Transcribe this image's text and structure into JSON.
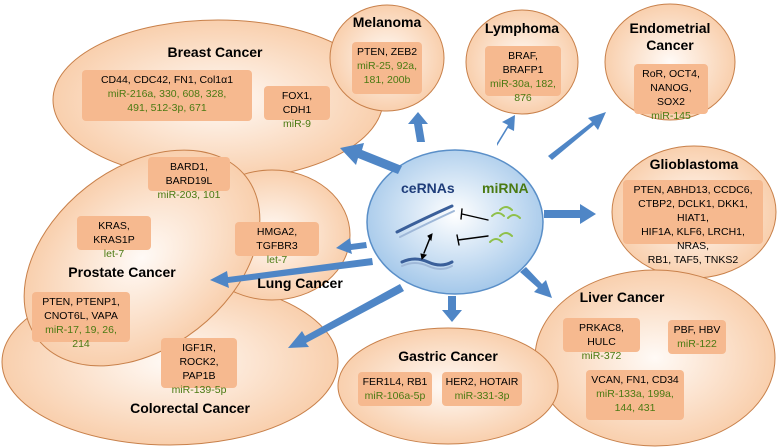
{
  "center": {
    "left_label": "ceRNAs",
    "right_label": "miRNA"
  },
  "nodes": {
    "breast": {
      "title": "Breast Cancer",
      "box1": {
        "genes": "CD44, CDC42, FN1, Col1α1",
        "mirna1": "miR-216a, 330, 608, 328,",
        "mirna2": "491, 512-3p, 671"
      },
      "box2": {
        "genes": "FOX1, CDH1",
        "mirna": "miR-9"
      }
    },
    "melanoma": {
      "title": "Melanoma",
      "genes": "PTEN, ZEB2",
      "mirna1": "miR-25, 92a,",
      "mirna2": "181, 200b"
    },
    "lymphoma": {
      "title": "Lymphoma",
      "genes": "BRAF, BRAFP1",
      "mirna1": "miR-30a, 182,",
      "mirna2": "876"
    },
    "endometrial": {
      "title1": "Endometrial",
      "title2": "Cancer",
      "genes1": "RoR, OCT4,",
      "genes2": "NANOG, SOX2",
      "mirna": "miR-145"
    },
    "glioblastoma": {
      "title": "Glioblastoma",
      "genes1": "PTEN, ABHD13, CCDC6,",
      "genes2": "CTBP2, DCLK1, DKK1, HIAT1,",
      "genes3": "HIF1A, KLF6, LRCH1, NRAS,",
      "genes4": "RB1, TAF5, TNKS2"
    },
    "liver": {
      "title": "Liver Cancer",
      "box1": {
        "genes": "PRKAC8, HULC",
        "mirna": "miR-372"
      },
      "box2": {
        "genes": "PBF, HBV",
        "mirna": "miR-122"
      },
      "box3": {
        "genes": "VCAN, FN1, CD34",
        "mirna1": "miR-133a, 199a,",
        "mirna2": "144, 431"
      }
    },
    "gastric": {
      "title": "Gastric Cancer",
      "box1": {
        "genes": "FER1L4, RB1",
        "mirna": "miR-106a-5p"
      },
      "box2": {
        "genes": "HER2, HOTAIR",
        "mirna": "miR-331-3p"
      }
    },
    "colorectal": {
      "title": "Colorectal Cancer",
      "genes1": "IGF1R, ROCK2,",
      "genes2": "PAP1B",
      "mirna": "miR-139-5p"
    },
    "prostate": {
      "title": "Prostate Cancer",
      "box1": {
        "genes": "BARD1, BARD19L",
        "mirna": "miR-203, 101"
      },
      "box2": {
        "genes": "KRAS, KRAS1P",
        "mirna": "let-7"
      },
      "box3": {
        "genes1": "PTEN, PTENP1,",
        "genes2": "CNOT6L, VAPA",
        "mirna": "miR-17, 19, 26, 214"
      }
    },
    "lung": {
      "title": "Lung Cancer",
      "genes": "HMGA2, TGFBR3",
      "mirna": "let-7"
    }
  },
  "colors": {
    "ellipse_fill": "#fde4d0",
    "ellipse_stroke": "#c8804a",
    "box_fill": "#f6b98f",
    "arrow": "#4f86c6",
    "mirna_text": "#4a7a12"
  }
}
